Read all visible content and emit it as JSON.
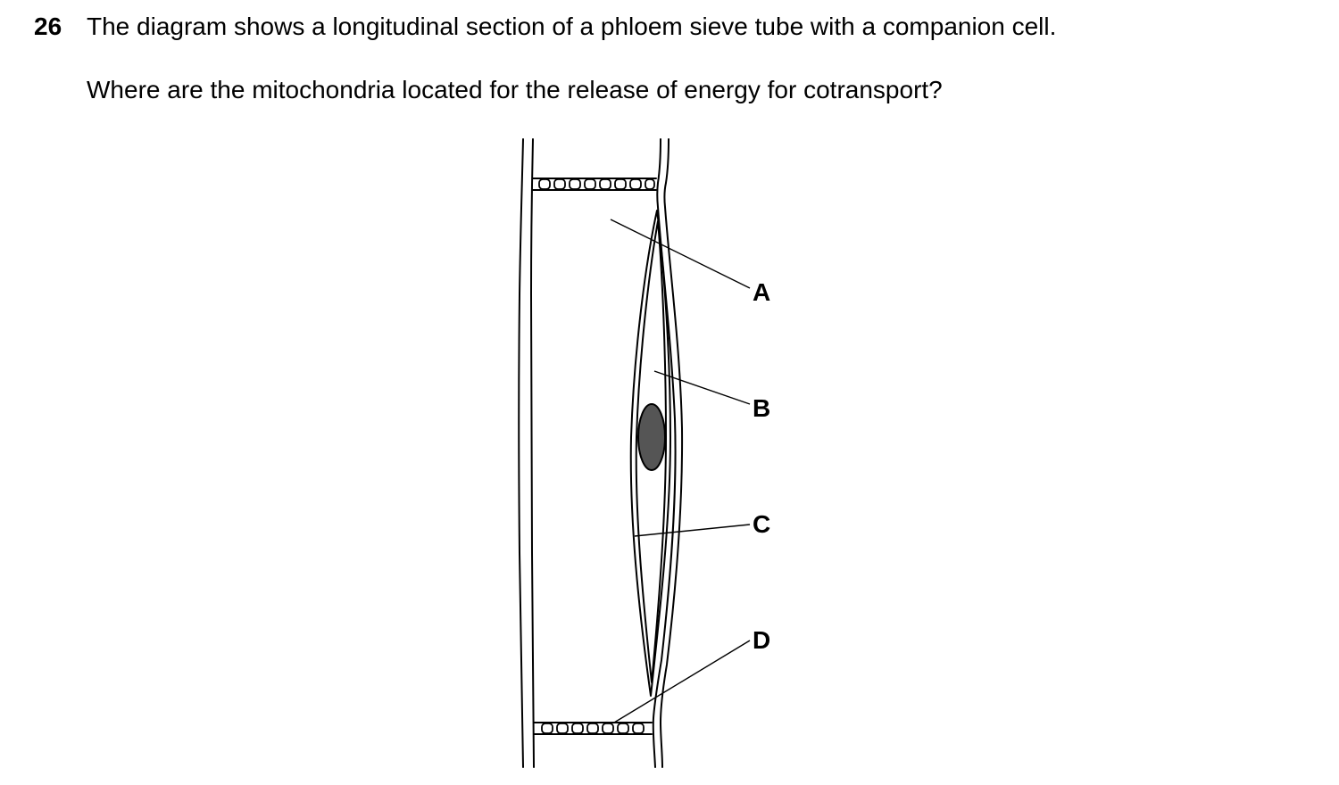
{
  "question": {
    "number": "26",
    "stem": "The diagram shows a longitudinal section of a phloem sieve tube with a companion cell.",
    "prompt": "Where are the mitochondria located for the release of energy for cotransport?"
  },
  "diagram": {
    "labels": {
      "a": "A",
      "b": "B",
      "c": "C",
      "d": "D"
    },
    "colors": {
      "line": "#000000",
      "nucleus_fill": "#555555"
    }
  }
}
